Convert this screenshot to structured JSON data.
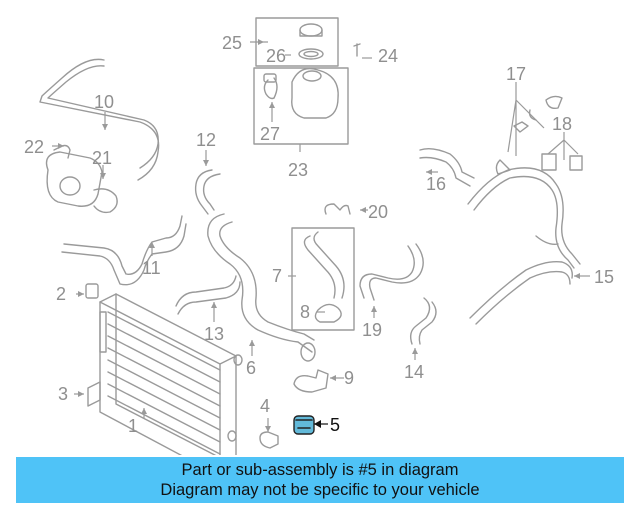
{
  "callouts": {
    "c1": "1",
    "c2": "2",
    "c3": "3",
    "c4": "4",
    "c5": "5",
    "c6": "6",
    "c7": "7",
    "c8": "8",
    "c9": "9",
    "c10": "10",
    "c11": "11",
    "c12": "12",
    "c13": "13",
    "c14": "14",
    "c15": "15",
    "c16": "16",
    "c17": "17",
    "c18": "18",
    "c19": "19",
    "c20": "20",
    "c21": "21",
    "c22": "22",
    "c23": "23",
    "c24": "24",
    "c25": "25",
    "c26": "26",
    "c27": "27"
  },
  "highlighted_part": "5",
  "colors": {
    "banner": "#4fc3f7",
    "highlight": "#62b9d9",
    "line": "#9a9a9a"
  },
  "banner": {
    "line1": "Part or sub-assembly is #5 in diagram",
    "line2": "Diagram may not be specific to your vehicle"
  }
}
